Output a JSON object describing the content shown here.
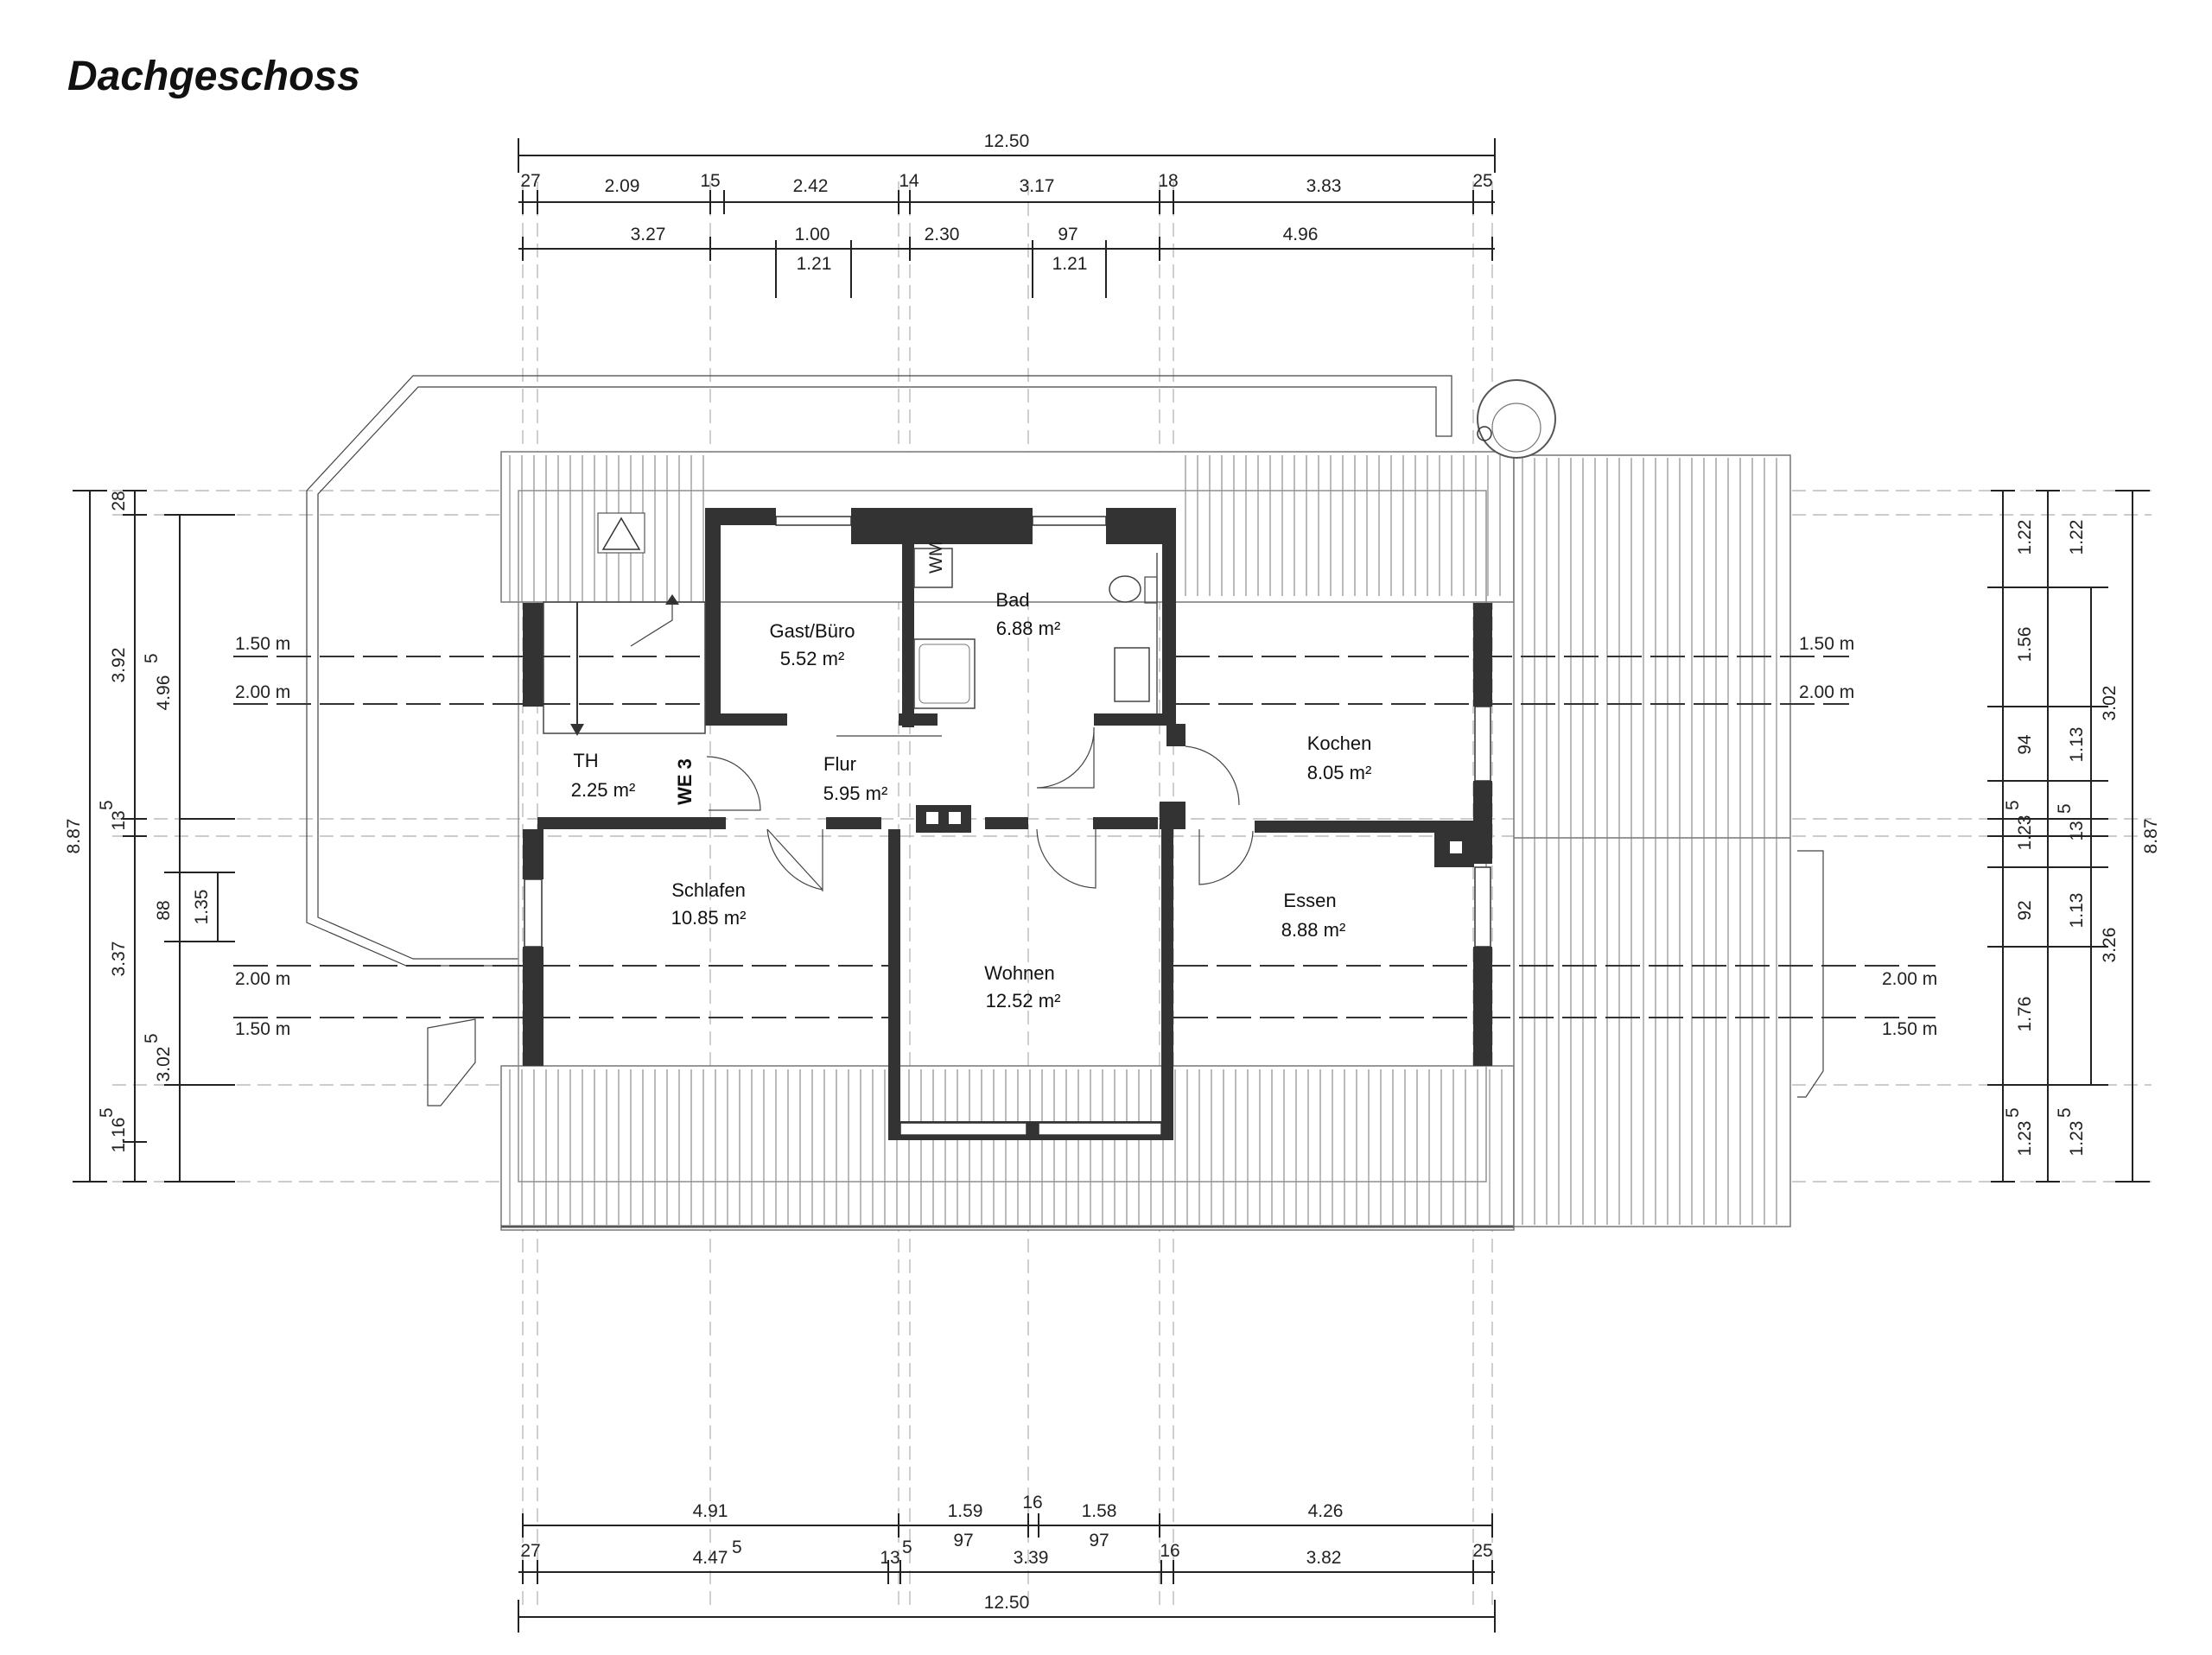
{
  "title": "Dachgeschoss",
  "unit_label": "WE 3",
  "rooms": [
    {
      "name": "Gast/Büro",
      "area": "5.52 m²"
    },
    {
      "name": "Bad",
      "area": "6.88 m²"
    },
    {
      "name": "Kochen",
      "area": "8.05 m²"
    },
    {
      "name": "TH",
      "area": "2.25 m²"
    },
    {
      "name": "Flur",
      "area": "5.95 m²"
    },
    {
      "name": "Schlafen",
      "area": "10.85 m²"
    },
    {
      "name": "Essen",
      "area": "8.88 m²"
    },
    {
      "name": "Wohnen",
      "area": "12.52 m²"
    }
  ],
  "fixtures": {
    "washer": "WM"
  },
  "levels": {
    "l150": "1.50 m",
    "l200": "2.00 m"
  },
  "dims_top": {
    "overall": "12.50",
    "row1": [
      "27",
      "2.09",
      "15",
      "2.42",
      "14",
      "3.17",
      "18",
      "3.83",
      "25"
    ],
    "row2": [
      "3.27",
      "1.00",
      "2.30",
      "97",
      "4.96"
    ],
    "row3": [
      "1.21",
      "1.21"
    ]
  },
  "dims_bottom": {
    "overall": "12.50",
    "row1": [
      "4.91",
      "1.59",
      "16",
      "1.58",
      "4.26"
    ],
    "row2": [
      "27",
      "4.47",
      "5",
      "13",
      "5",
      "97",
      "3.39",
      "97",
      "16",
      "3.82",
      "25"
    ]
  },
  "dims_left": {
    "overall": "8.87",
    "col1": [
      "28",
      "3.92",
      "13",
      "5",
      "3.37",
      "1.16",
      "5"
    ],
    "col2": [
      "4.96",
      "5",
      "88",
      "3.02",
      "5"
    ],
    "col3": [
      "1.35"
    ]
  },
  "dims_right": {
    "overall": "8.87",
    "col1": [
      "1.22",
      "1.56",
      "94",
      "1.23",
      "5",
      "92",
      "1.76",
      "1.23",
      "5"
    ],
    "col2": [
      "1.22",
      "1.13",
      "13",
      "5",
      "1.13",
      "1.23",
      "5"
    ],
    "col3": [
      "3.02",
      "3.26"
    ]
  }
}
